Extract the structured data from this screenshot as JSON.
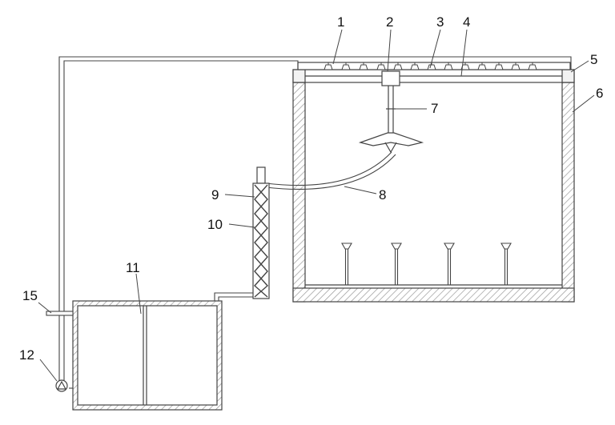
{
  "diagram": {
    "labels": [
      {
        "id": "1",
        "text": "1"
      },
      {
        "id": "2",
        "text": "2"
      },
      {
        "id": "3",
        "text": "3"
      },
      {
        "id": "4",
        "text": "4"
      },
      {
        "id": "5",
        "text": "5"
      },
      {
        "id": "6",
        "text": "6"
      },
      {
        "id": "7",
        "text": "7"
      },
      {
        "id": "8",
        "text": "8"
      },
      {
        "id": "9",
        "text": "9"
      },
      {
        "id": "10",
        "text": "10"
      },
      {
        "id": "11",
        "text": "11"
      },
      {
        "id": "12",
        "text": "12"
      },
      {
        "id": "15",
        "text": "15"
      }
    ],
    "colors": {
      "line": "#444444",
      "hatch": "#9a9a9a",
      "background": "#ffffff"
    }
  }
}
